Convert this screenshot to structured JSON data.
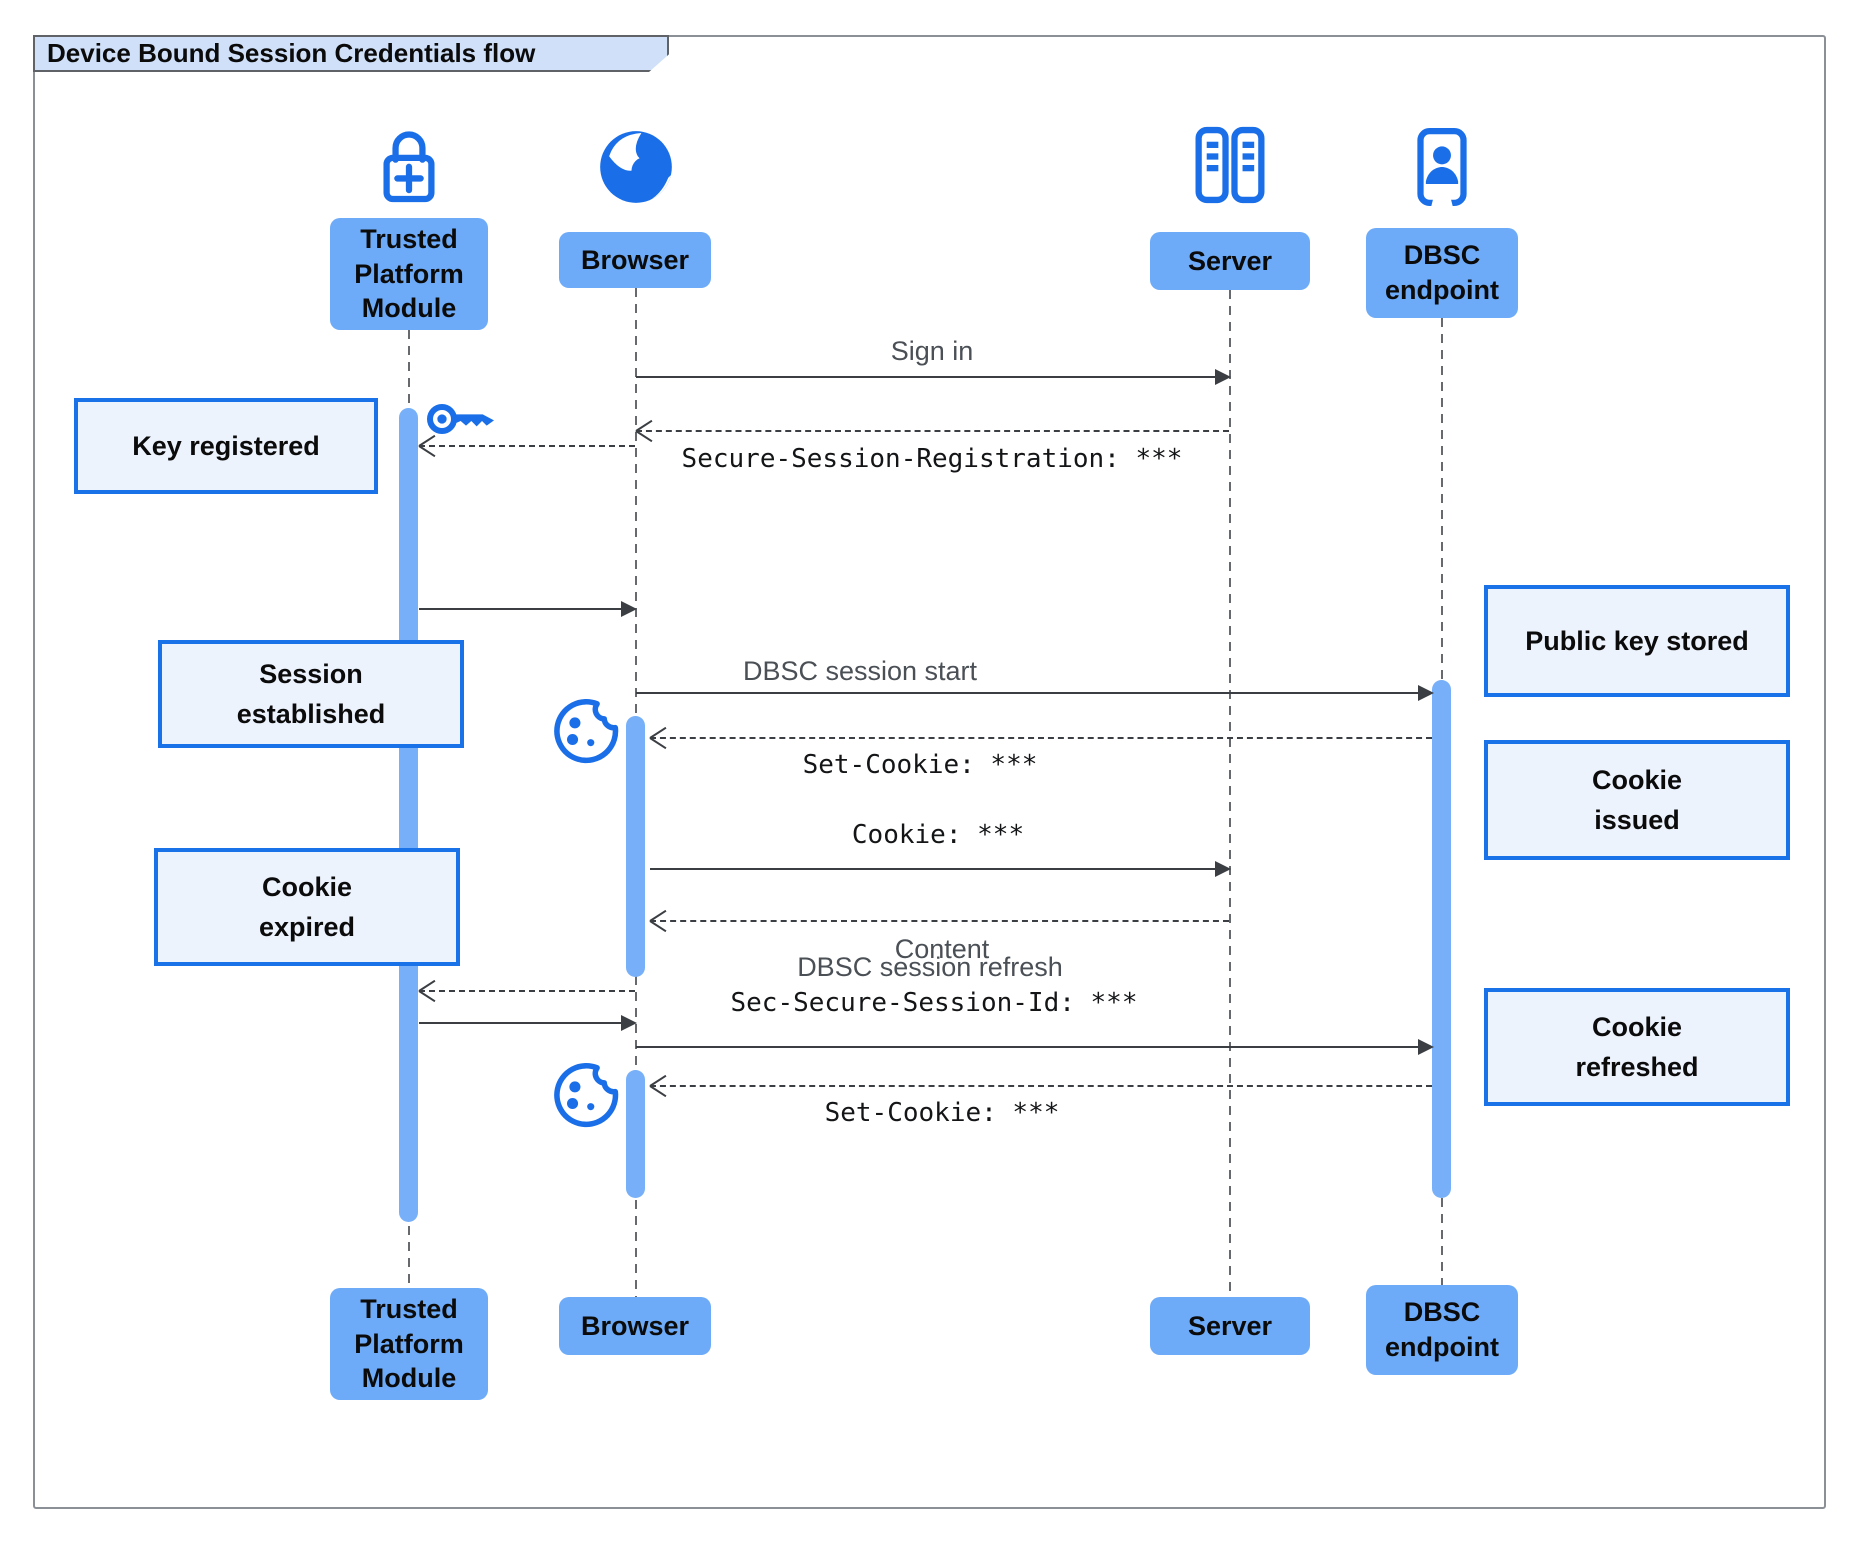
{
  "title": "Device Bound Session Credentials flow",
  "colors": {
    "icon_blue": "#1a6fe8",
    "actor_fill": "#6dabf8",
    "activation_fill": "#77b0f8",
    "note_fill": "#edf3fd",
    "note_border": "#1a72e8",
    "title_fill": "#cfe0f8",
    "arrow": "#3b3f43"
  },
  "icons": {
    "tpm": "lock-plus-icon",
    "browser": "globe-icon",
    "server": "server-racks-icon",
    "dbsc": "doorway-person-icon",
    "key": "key-icon",
    "cookie": "cookie-icon"
  },
  "actors": {
    "tpm": {
      "label": "Trusted\nPlatform\nModule"
    },
    "browser": {
      "label": "Browser"
    },
    "server": {
      "label": "Server"
    },
    "dbsc": {
      "label": "DBSC\nendpoint"
    }
  },
  "messages": {
    "sign_in": "Sign in",
    "secure_session_registration": "Secure-Session-Registration: ***",
    "dbsc_session_start": "DBSC session start",
    "set_cookie_1": "Set-Cookie: ***",
    "cookie": "Cookie: ***",
    "content": "Content",
    "dbsc_session_refresh": "DBSC session refresh",
    "sec_secure_session_id": "Sec-Secure-Session-Id: ***",
    "set_cookie_2": "Set-Cookie: ***"
  },
  "notes": {
    "key_registered": "Key registered",
    "session_established": "Session\nestablished",
    "public_key_stored": "Public key stored",
    "cookie_issued": "Cookie\nissued",
    "cookie_expired": "Cookie\nexpired",
    "cookie_refreshed": "Cookie\nrefreshed"
  }
}
